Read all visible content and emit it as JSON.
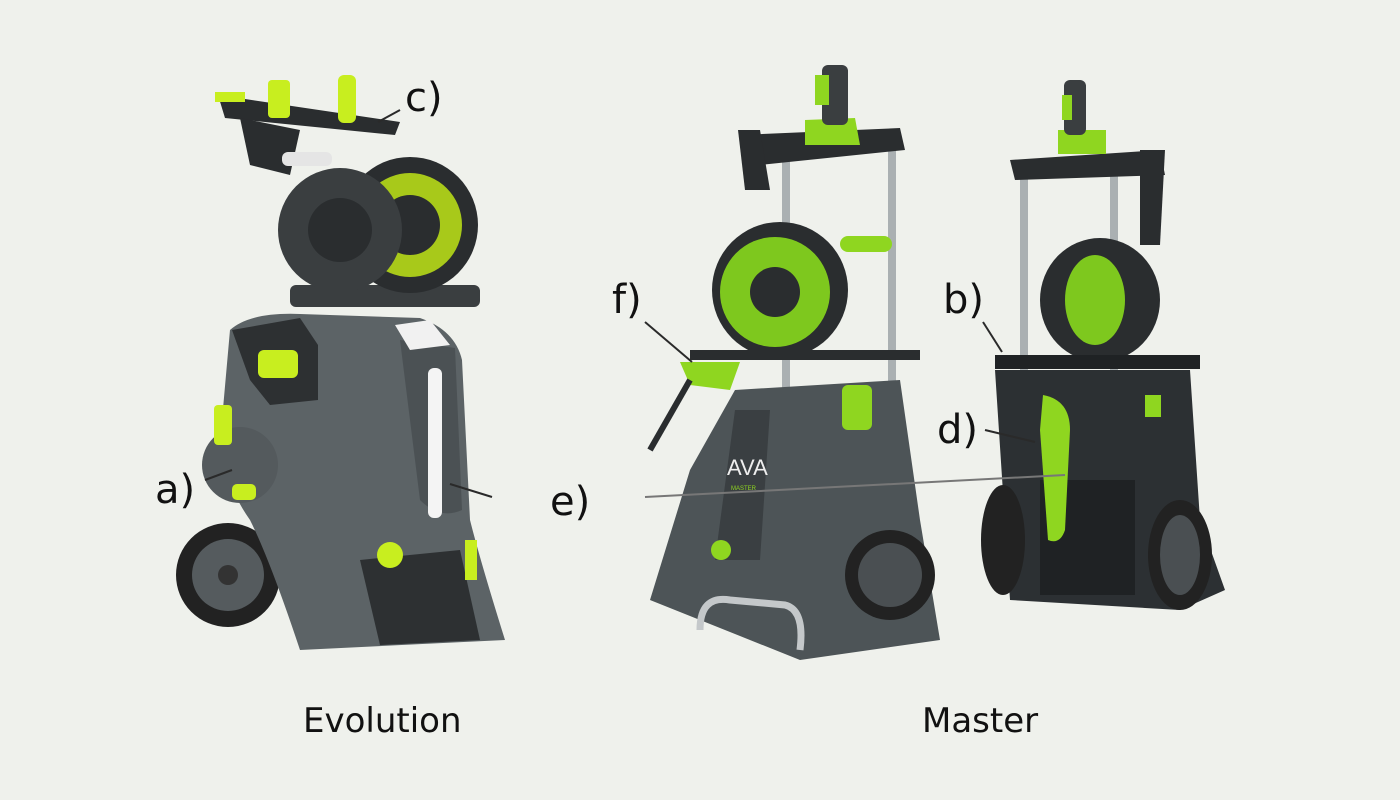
{
  "products": [
    {
      "name": "Evolution",
      "logo": ""
    },
    {
      "name": "Master",
      "logo": "AVA",
      "badge": "MASTER"
    }
  ],
  "callouts": {
    "a": "a)",
    "b": "b)",
    "c": "c)",
    "d": "d)",
    "e": "e)",
    "f": "f)"
  },
  "colors": {
    "background": "#eff1ec",
    "body_gray": "#5c6366",
    "dark": "#2a2d2f",
    "accent_green": "#a8e01c"
  }
}
